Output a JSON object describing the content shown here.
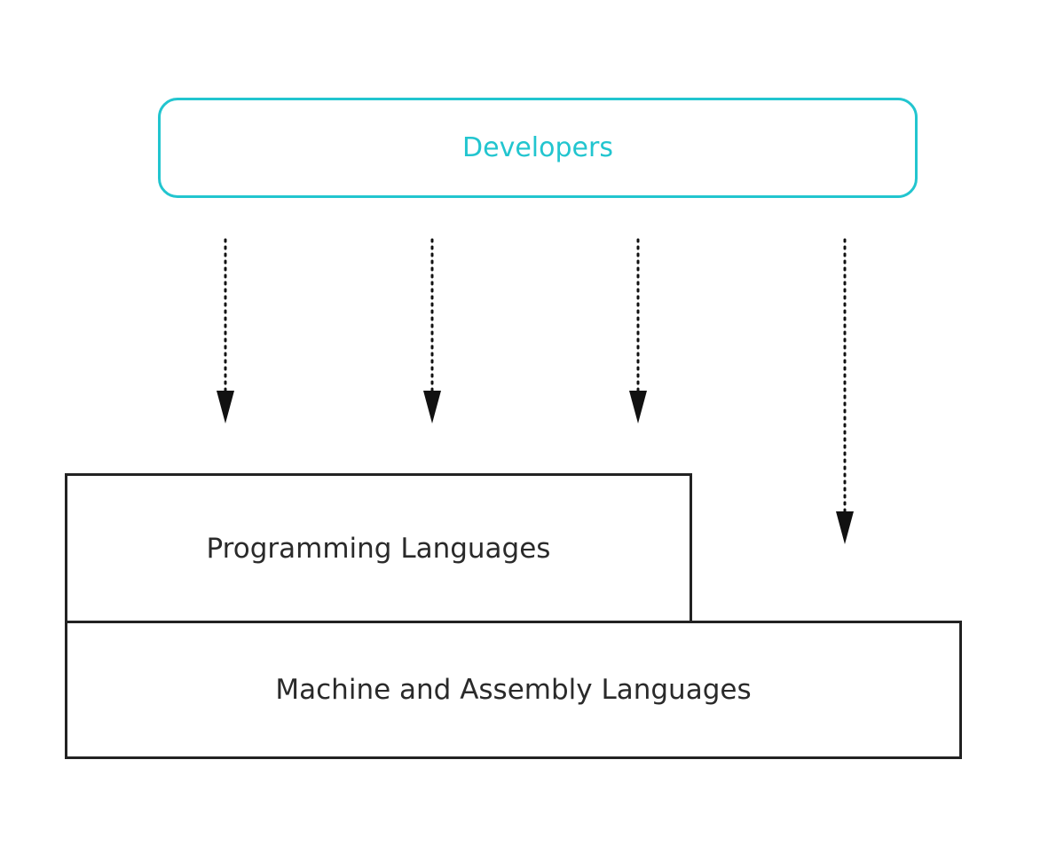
{
  "diagram": {
    "nodes": {
      "developers": "Developers",
      "programming_languages": "Programming Languages",
      "machine_languages": "Machine and Assembly Languages"
    },
    "colors": {
      "accent": "#22c5cf",
      "stroke": "#222222",
      "text": "#2a2a2a"
    },
    "edges": [
      {
        "from": "developers",
        "to": "programming_languages",
        "style": "dotted"
      },
      {
        "from": "developers",
        "to": "programming_languages",
        "style": "dotted"
      },
      {
        "from": "developers",
        "to": "programming_languages",
        "style": "dotted"
      },
      {
        "from": "developers",
        "to": "machine_languages",
        "style": "dotted"
      }
    ]
  }
}
